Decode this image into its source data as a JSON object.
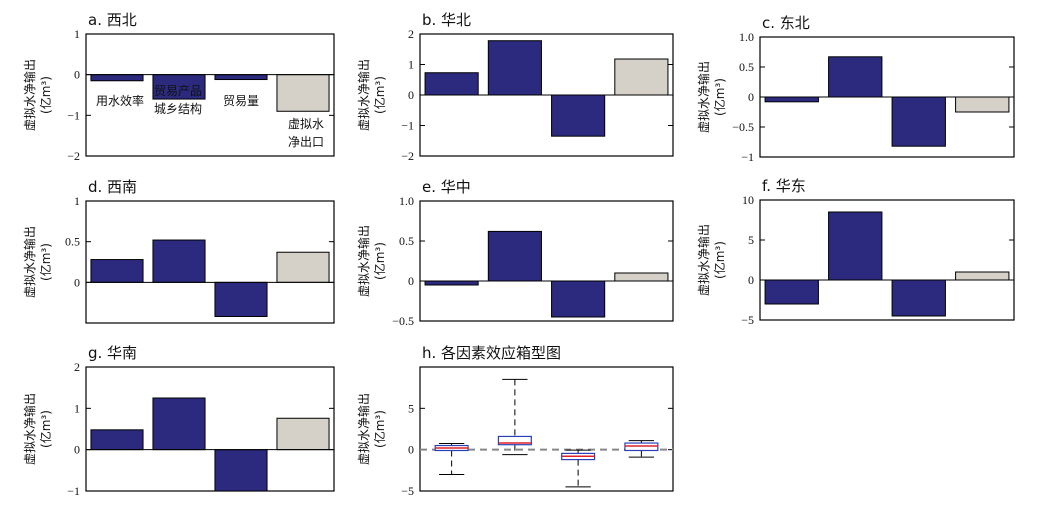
{
  "colors": {
    "bar_regional": "#2b2a7e",
    "bar_total": "#d5d1c9",
    "zero_line_box": "#888888",
    "box_edge": "#2a3fb8",
    "median": "#e0202a"
  },
  "labels": {
    "ylabel_main": "虚拟水净输出",
    "ylabel_unit": "(亿m³)",
    "anno_water_eff": "用水效率",
    "anno_trade_line1": "贸易产品",
    "anno_trade_line2": "城乡结构",
    "anno_trade_vol": "贸易量",
    "anno_net_line1": "虚拟水",
    "anno_net_line2": "净出口"
  },
  "chart_data": [
    {
      "type": "bar",
      "title": "a. 西北",
      "categories": [
        "用水效率",
        "贸易产品城乡结构",
        "贸易量",
        "虚拟水净出口"
      ],
      "values": [
        -0.15,
        -0.6,
        -0.12,
        -0.9
      ],
      "ylim": [
        -2,
        1
      ],
      "yticks": [
        1,
        0,
        -1,
        -2
      ],
      "ytick_labels": [
        "1",
        "0",
        "−1",
        "−2"
      ]
    },
    {
      "type": "bar",
      "title": "b. 华北",
      "categories": [
        "用水效率",
        "贸易产品城乡结构",
        "贸易量",
        "虚拟水净出口"
      ],
      "values": [
        0.73,
        1.78,
        -1.35,
        1.18
      ],
      "ylim": [
        -2,
        2
      ],
      "yticks": [
        2,
        1,
        0,
        -1,
        -2
      ],
      "ytick_labels": [
        "2",
        "1",
        "0",
        "−1",
        "−2"
      ]
    },
    {
      "type": "bar",
      "title": "c. 东北",
      "categories": [
        "用水效率",
        "贸易产品城乡结构",
        "贸易量",
        "虚拟水净出口"
      ],
      "values": [
        -0.08,
        0.67,
        -0.82,
        -0.25
      ],
      "ylim": [
        -1,
        1
      ],
      "yticks": [
        1,
        0.5,
        0,
        -0.5,
        -1
      ],
      "ytick_labels": [
        "1.0",
        "0.5",
        "0",
        "−0.5",
        "−1"
      ]
    },
    {
      "type": "bar",
      "title": "d. 西南",
      "categories": [
        "用水效率",
        "贸易产品城乡结构",
        "贸易量",
        "虚拟水净出口"
      ],
      "values": [
        0.28,
        0.52,
        -0.42,
        0.37
      ],
      "ylim": [
        -0.5,
        1
      ],
      "yticks": [
        1,
        0.5,
        0
      ],
      "ytick_labels": [
        "1",
        "0.5",
        "0"
      ]
    },
    {
      "type": "bar",
      "title": "e. 华中",
      "categories": [
        "用水效率",
        "贸易产品城乡结构",
        "贸易量",
        "虚拟水净出口"
      ],
      "values": [
        -0.05,
        0.62,
        -0.45,
        0.1
      ],
      "ylim": [
        -0.5,
        1
      ],
      "yticks": [
        1,
        0.5,
        0,
        -0.5
      ],
      "ytick_labels": [
        "1.0",
        "0.5",
        "0",
        "−0.5"
      ]
    },
    {
      "type": "bar",
      "title": "f. 华东",
      "categories": [
        "用水效率",
        "贸易产品城乡结构",
        "贸易量",
        "虚拟水净出口"
      ],
      "values": [
        -3.0,
        8.5,
        -4.5,
        1.0
      ],
      "ylim": [
        -5,
        10
      ],
      "yticks": [
        10,
        5,
        0,
        -5
      ],
      "ytick_labels": [
        "10",
        "5",
        "0",
        "−5"
      ]
    },
    {
      "type": "bar",
      "title": "g. 华南",
      "categories": [
        "用水效率",
        "贸易产品城乡结构",
        "贸易量",
        "虚拟水净出口"
      ],
      "values": [
        0.48,
        1.25,
        -1.0,
        0.76
      ],
      "ylim": [
        -1,
        2
      ],
      "yticks": [
        2,
        1,
        0,
        -1
      ],
      "ytick_labels": [
        "2",
        "1",
        "0",
        "−1"
      ]
    },
    {
      "type": "box",
      "title": "h. 各因素效应箱型图",
      "ylim": [
        -5,
        10
      ],
      "yticks": [
        5,
        0,
        -5
      ],
      "ytick_labels": [
        "5",
        "0",
        "−5"
      ],
      "boxes": [
        {
          "min": -3.0,
          "q1": -0.1,
          "median": 0.2,
          "q3": 0.5,
          "max": 0.75
        },
        {
          "min": -0.6,
          "q1": 0.6,
          "median": 0.8,
          "q3": 1.6,
          "max": 8.5
        },
        {
          "min": -4.5,
          "q1": -1.2,
          "median": -0.8,
          "q3": -0.45,
          "max": -0.05
        },
        {
          "min": -0.9,
          "q1": -0.1,
          "median": 0.45,
          "q3": 0.8,
          "max": 1.1
        }
      ]
    }
  ]
}
